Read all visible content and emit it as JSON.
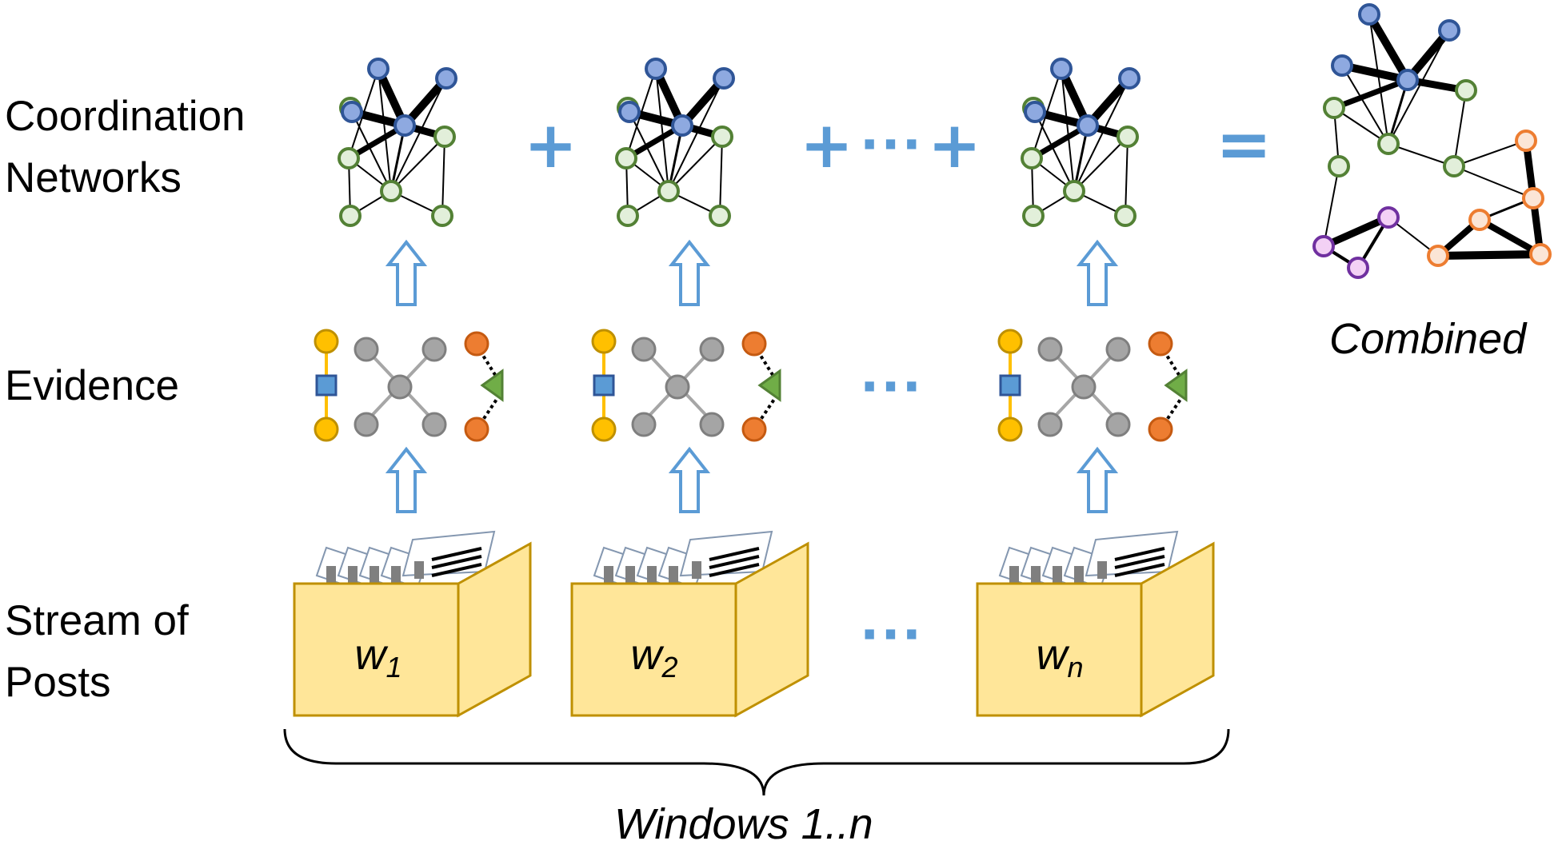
{
  "rows": {
    "coordination": [
      "Coordination",
      "Networks"
    ],
    "evidence": "Evidence",
    "stream": [
      "Stream of",
      "Posts"
    ]
  },
  "windows": [
    {
      "main": "w",
      "sub": "1"
    },
    {
      "main": "w",
      "sub": "2"
    },
    {
      "main": "w",
      "sub": "n"
    }
  ],
  "operators": {
    "plus": "+",
    "equals": "=",
    "ellipsis": "···"
  },
  "combined_caption": "Combined",
  "windows_caption": "Windows 1..n",
  "colors": {
    "accent_blue": "#5B9BD5",
    "node_blue": "#8EA9E0",
    "node_blue_stroke": "#2F5597",
    "node_green": "#E2EFDA",
    "node_green_stroke": "#538135",
    "node_orange": "#FBE5D6",
    "node_orange_stroke": "#ED7D31",
    "node_purple": "#F3D1F5",
    "node_purple_stroke": "#7030A0",
    "box_fill": "#FFE699",
    "box_stroke": "#BF9000"
  }
}
